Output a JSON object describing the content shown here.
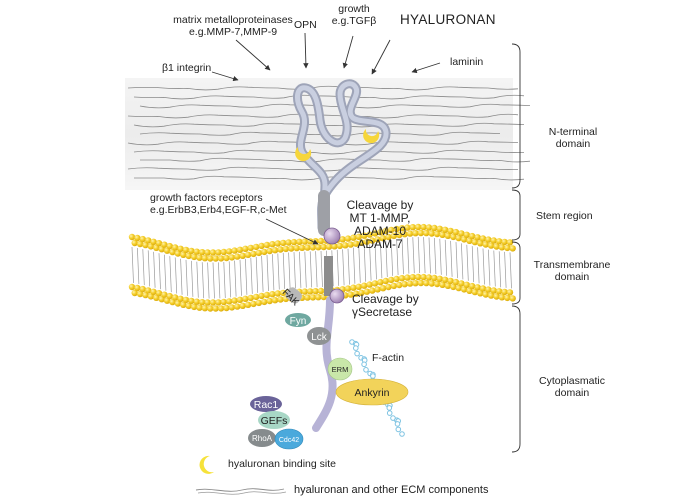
{
  "top_labels": {
    "mmp_line1": "matrix metalloproteinases",
    "mmp_line2": "e.g.MMP-7,MMP-9",
    "opn": "OPN",
    "growth_line1": "growth",
    "growth_line2": "e.g.TGFβ",
    "hyaluronan": "HYALURONAN",
    "beta1_integrin": "β1 integrin",
    "laminin": "laminin"
  },
  "middle_labels": {
    "gfr_line1": "growth factors receptors",
    "gfr_line2": "e.g.ErbB3,Erb4,EGF-R,c-Met",
    "cleavage1_line1": "Cleavage by",
    "cleavage1_line2": "MT 1-MMP,",
    "cleavage1_line3": "ADAM-10",
    "cleavage1_line4": "ADAM-7",
    "cleavage2_line1": "Cleavage by",
    "cleavage2_line2": "γSecretase",
    "f_actin": "F-actin"
  },
  "protein_badges": {
    "fak": "FAK",
    "fyn": "Fyn",
    "lck": "Lck",
    "erm": "ERM",
    "ankyrin": "Ankyrin",
    "rac1": "Rac1",
    "gefs": "GEFs",
    "rhoa": "RhoA",
    "cdc42": "Cdc42"
  },
  "domains": {
    "n_terminal_line1": "N-terminal",
    "n_terminal_line2": "domain",
    "stem": "Stem region",
    "transmembrane_line1": "Transmembrane",
    "transmembrane_line2": "domain",
    "cytoplasmic_line1": "Cytoplasmatic",
    "cytoplasmic_line2": "domain"
  },
  "legend": {
    "binding_site": "hyaluronan binding site",
    "ecm": "hyaluronan and other ECM components"
  },
  "colors": {
    "membrane_yellow": "#f2c21b",
    "protein_lilac": "#b7b3d6",
    "fyn_teal": "#6fa8a0",
    "lck_grey": "#8f9293",
    "rac1_purple": "#6a6399",
    "gefs_mint": "#a8d7c6",
    "cdc42_blue": "#4aa9dc",
    "ankyrin_yellow": "#f2d35a",
    "erm_green": "#c9e7a9",
    "actin_blue": "#7ec3e2"
  }
}
